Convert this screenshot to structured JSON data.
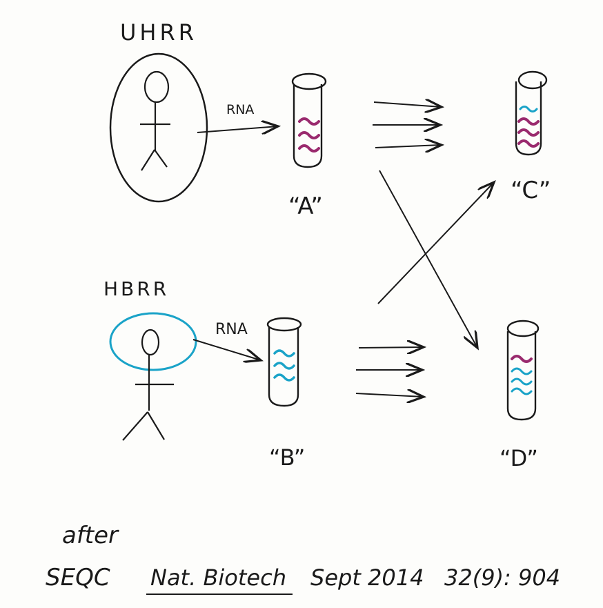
{
  "labels": {
    "uhrr": "UHRR",
    "hbrr": "HBRR",
    "rna_top": "RNA",
    "rna_bottom": "RNA",
    "tube_a": "“A”",
    "tube_b": "“B”",
    "tube_c": "“C”",
    "tube_d": "“D”"
  },
  "caption": {
    "line1": "after",
    "seqc": "SEQC",
    "journal": "Nat. Biotech",
    "date": "Sept 2014",
    "citation": "32(9): 904"
  },
  "colors": {
    "ink": "#1a1a1a",
    "uhrr_rna": "#9a2a6e",
    "hbrr_rna": "#1aa3c8"
  }
}
